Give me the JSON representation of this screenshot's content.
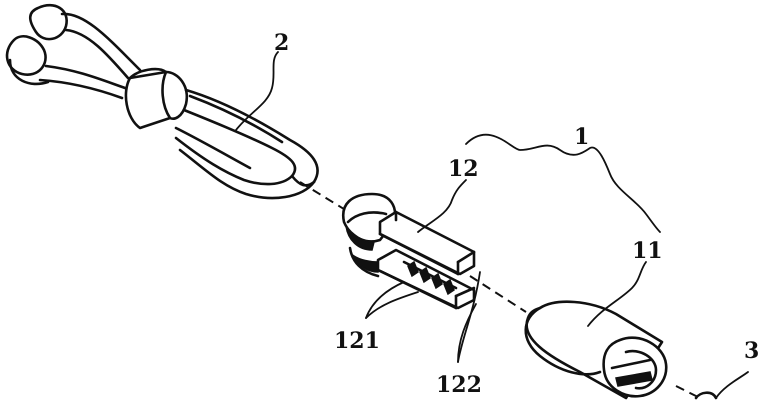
{
  "labels": {
    "part_1": "1",
    "part_2": "2",
    "part_3": "3",
    "part_11": "11",
    "part_12": "12",
    "part_121": "121",
    "part_122": "122"
  }
}
